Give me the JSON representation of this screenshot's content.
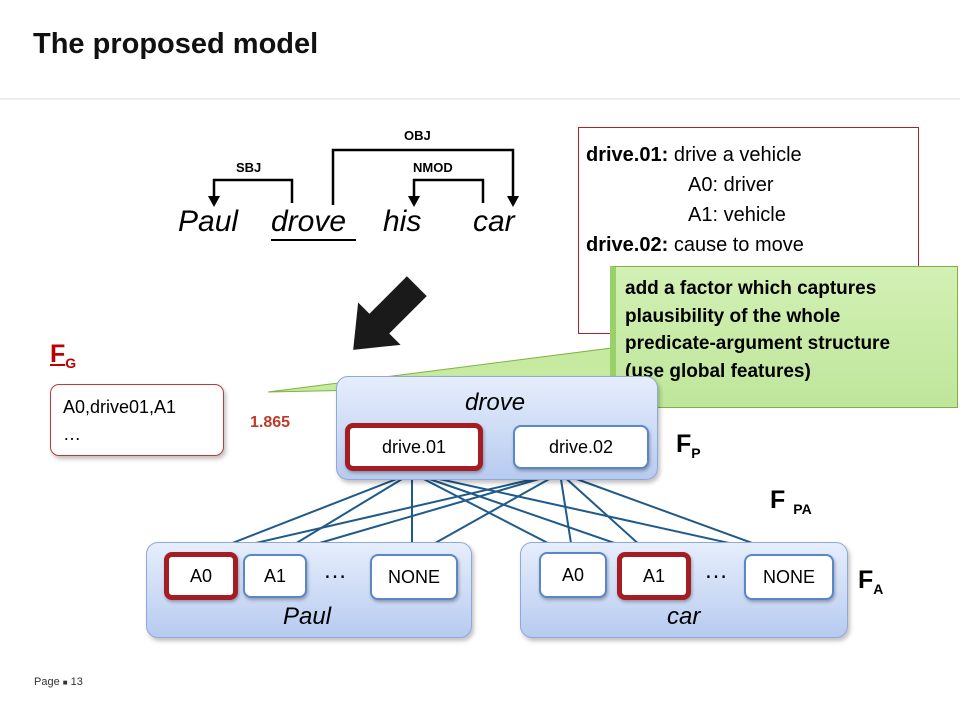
{
  "slide": {
    "title": "The proposed model",
    "footer": {
      "page_label": "Page",
      "page_number": "13"
    }
  },
  "sentence": {
    "words": [
      "Paul",
      "drove",
      "his",
      "car"
    ],
    "dependencies": [
      {
        "label": "OBJ",
        "head": "drove",
        "dependent": "car"
      },
      {
        "label": "SBJ",
        "head": "drove",
        "dependent": "Paul"
      },
      {
        "label": "NMOD",
        "head": "car",
        "dependent": "his"
      }
    ]
  },
  "senses": {
    "lines": [
      {
        "key": "drive.01:",
        "text": "drive a vehicle"
      },
      {
        "key": "",
        "text": "A0: driver"
      },
      {
        "key": "",
        "text": "A1: vehicle"
      },
      {
        "key": "drive.02:",
        "text": "cause to move"
      }
    ]
  },
  "callout": {
    "lines": [
      "add a factor which captures",
      "plausibility of the whole",
      "predicate-argument structure",
      "(use global features)"
    ]
  },
  "global_factor": {
    "label_main": "F",
    "label_sub": "G",
    "lines": [
      "A0,drive01,A1",
      "…"
    ],
    "score": "1.865"
  },
  "predicate": {
    "word": "drove",
    "options": [
      "drive.01",
      "drive.02"
    ],
    "selected": "drive.01"
  },
  "arguments": [
    {
      "word": "Paul",
      "roles": [
        "A0",
        "A1",
        "NONE"
      ],
      "selected": "A0",
      "ellipsis": "…"
    },
    {
      "word": "car",
      "roles": [
        "A0",
        "A1",
        "NONE"
      ],
      "selected": "A1",
      "ellipsis": "…"
    }
  ],
  "factor_labels": {
    "predicate": {
      "main": "F",
      "sub": "P"
    },
    "pred_arg": {
      "main": "F",
      "sub": "PA"
    },
    "argument": {
      "main": "F",
      "sub": "A"
    }
  },
  "colors": {
    "selected_border": "#a31d23",
    "edge": "#1f5a8a",
    "callout_fill": "#c8ecaa",
    "accent_red": "#b22222"
  }
}
